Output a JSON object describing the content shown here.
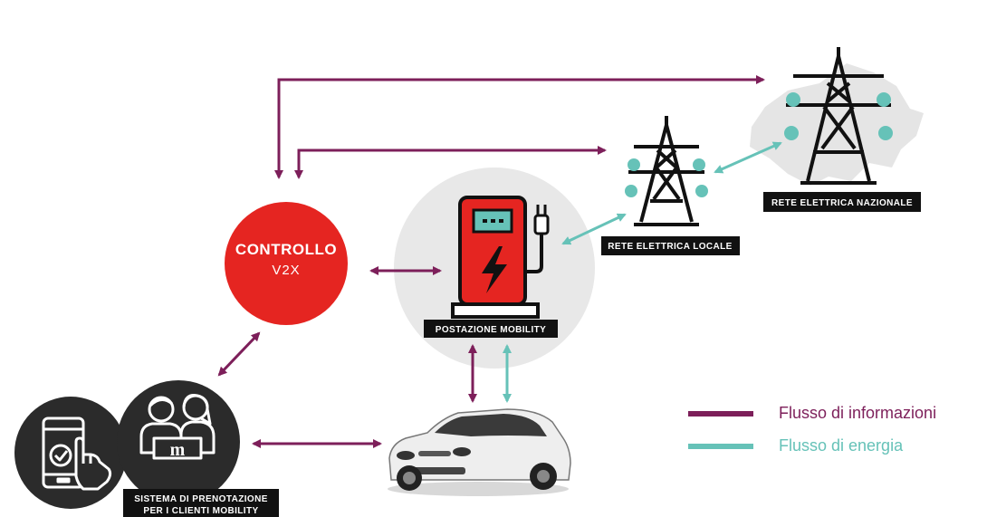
{
  "nodes": {
    "control": {
      "title": "CONTROLLO",
      "subtitle": "V2X"
    },
    "station": {
      "label": "POSTAZIONE MOBILITY"
    },
    "local_grid": {
      "label": "RETE ELETTRICA LOCALE"
    },
    "national_grid": {
      "label": "RETE ELETTRICA NAZIONALE"
    },
    "booking": {
      "line1": "SISTEMA DI PRENOTAZIONE",
      "line2": "PER I CLIENTI MOBILITY"
    },
    "booking_badge": {
      "letter": "m"
    }
  },
  "legend": {
    "info": {
      "label": "Flusso di informazioni",
      "color": "#7d1f5a"
    },
    "energy": {
      "label": "Flusso di energia",
      "color": "#66c2b8"
    }
  },
  "colors": {
    "info": "#7d1f5a",
    "energy": "#66c2b8",
    "control_red": "#e52521",
    "dark": "#111111",
    "gray_circle": "#e8e8e8",
    "dark_circle": "#2b2b2b"
  }
}
